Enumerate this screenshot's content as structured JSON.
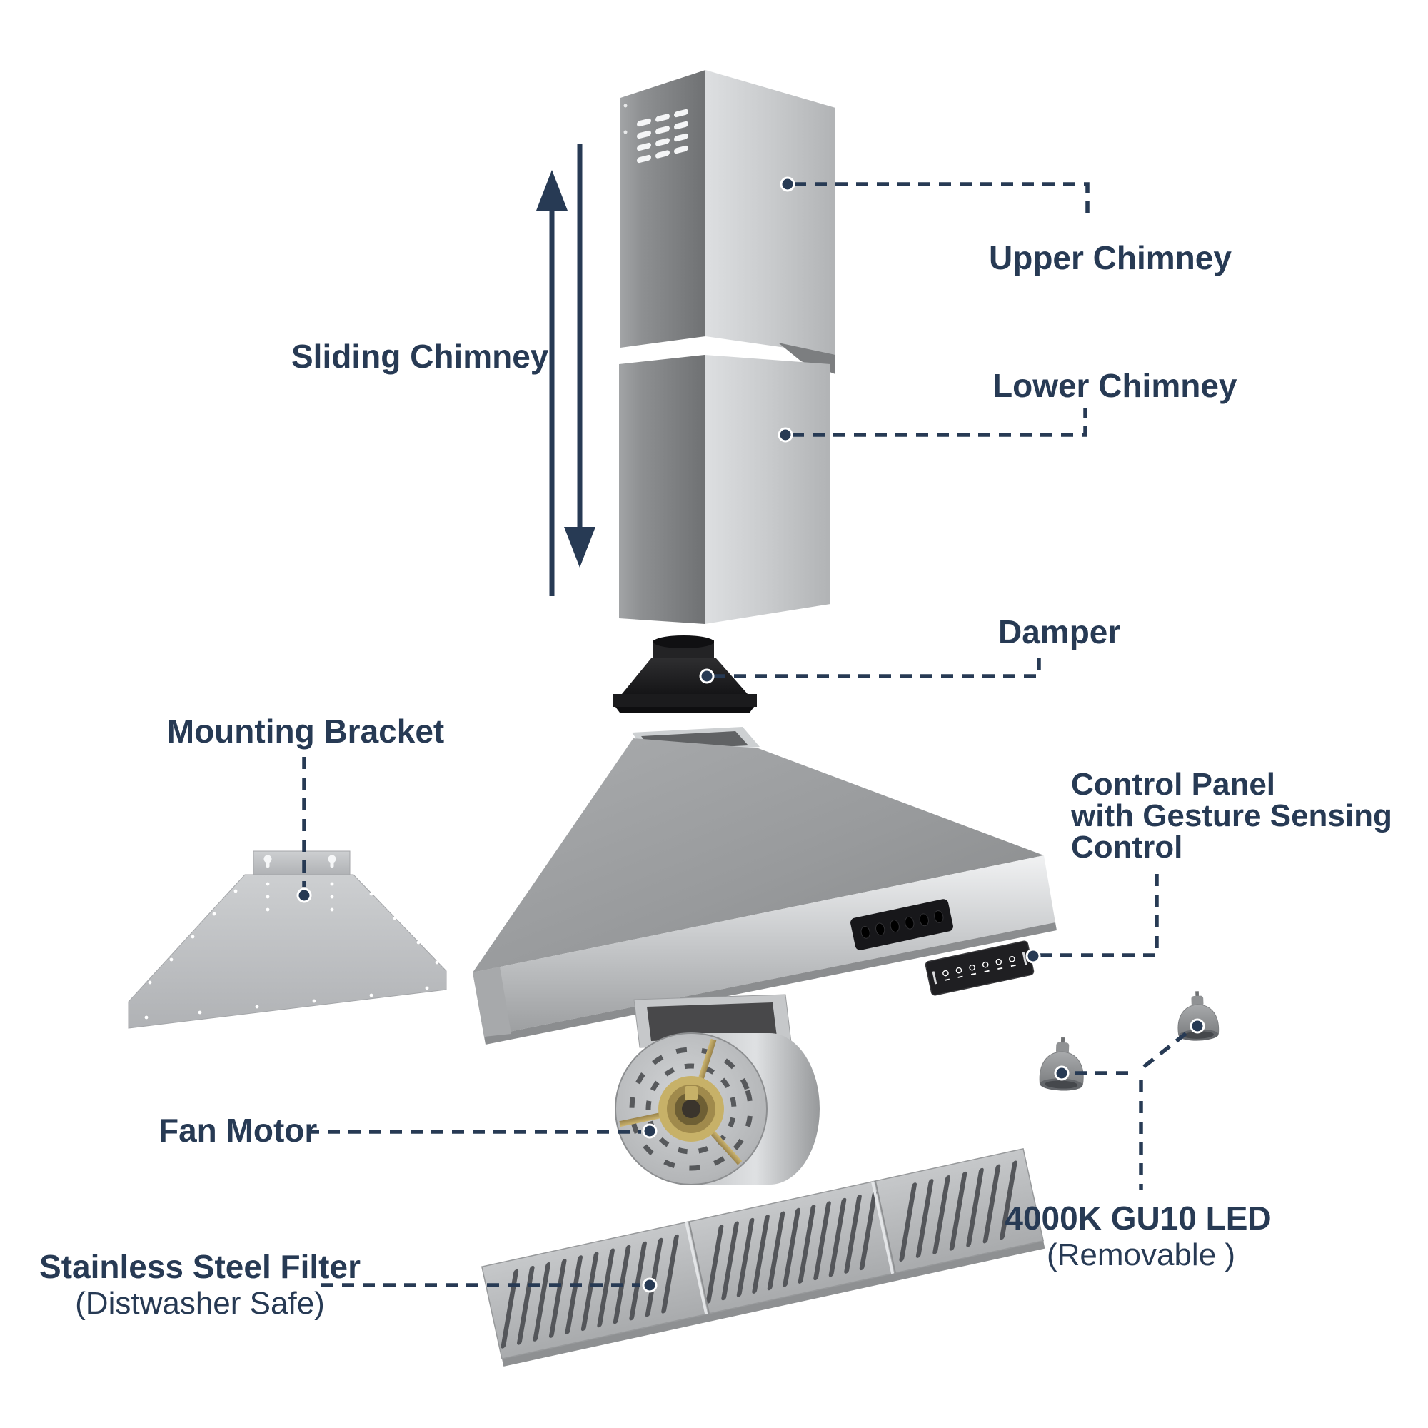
{
  "diagram": {
    "title_context": "range-hood-exploded-parts-diagram",
    "background": "#ffffff",
    "accent_color": "#273a54",
    "labels": {
      "sliding_chimney": "Sliding Chimney",
      "upper_chimney": "Upper Chimney",
      "lower_chimney": "Lower Chimney",
      "damper": "Damper",
      "mounting_bracket": "Mounting Bracket",
      "control_panel_line1": "Control Panel",
      "control_panel_line2": "with Gesture Sensing",
      "control_panel_line3": "Control",
      "fan_motor": "Fan Motor",
      "led_line1": "4000K GU10 LED",
      "led_line2": "(Removable )",
      "filter_line1": "Stainless Steel Filter",
      "filter_line2": "(Distwasher Safe)"
    },
    "parts": [
      "upper-chimney",
      "lower-chimney",
      "damper",
      "hood-body",
      "mounting-bracket",
      "control-panel-remote",
      "fan-motor",
      "led-bulbs",
      "stainless-steel-filter"
    ],
    "control_panel_icons": [
      "power-icon",
      "light-icon",
      "fan-speed-1-icon",
      "fan-speed-2-icon",
      "fan-speed-3-icon",
      "timer-icon"
    ],
    "colors": {
      "metal_light": "#cfd1d3",
      "metal_dark": "#85878a",
      "hood_gray": "#9a9c9e",
      "damper_black": "#1d1d1f",
      "panel_black": "#1c1c1e",
      "gold": "#b89f5e",
      "leader_line": "#273a54"
    }
  }
}
